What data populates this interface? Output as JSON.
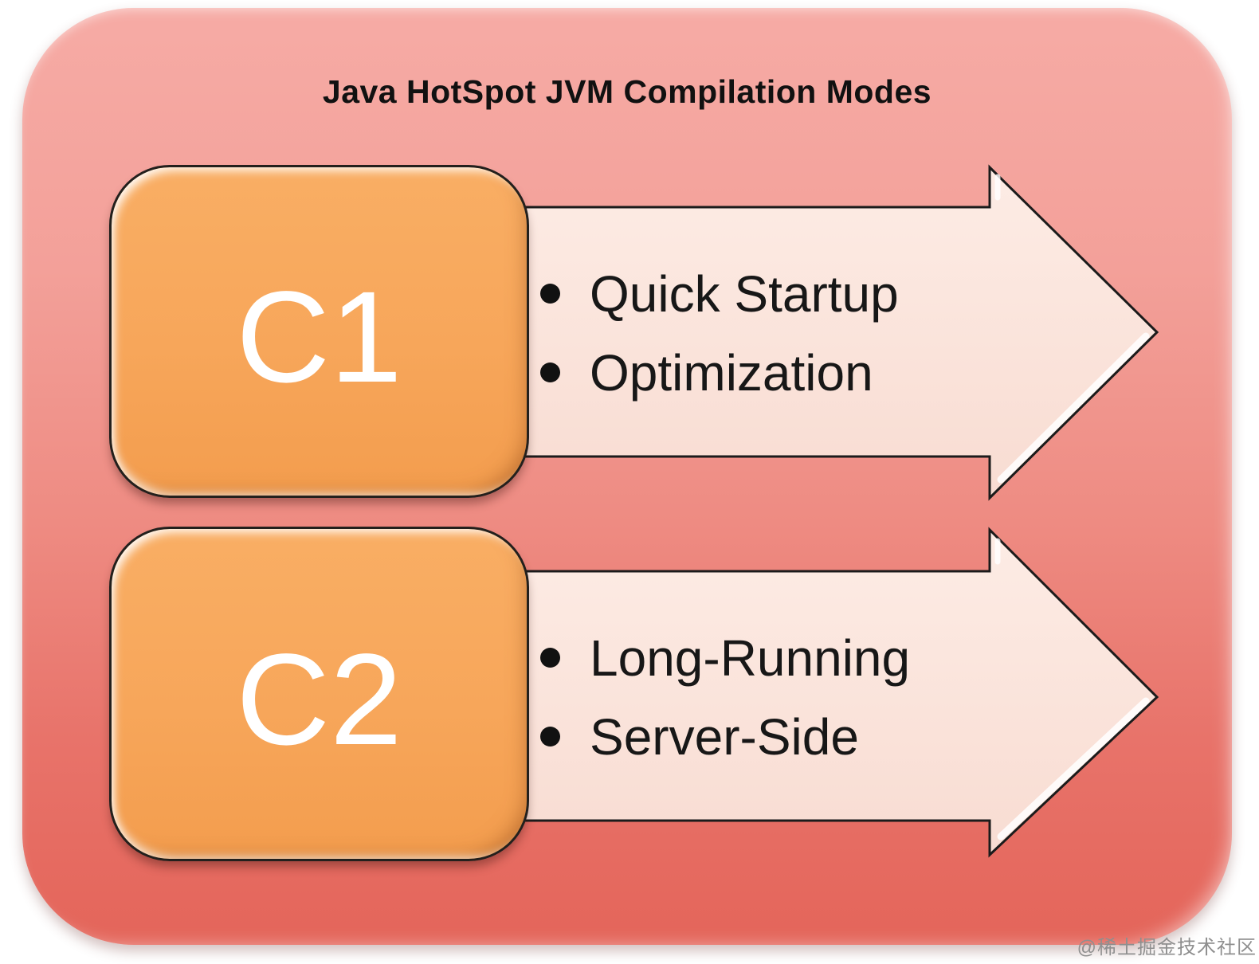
{
  "title": "Java HotSpot JVM Compilation Modes",
  "watermark": "@稀土掘金技术社区",
  "rows": [
    {
      "label": "C1",
      "bullets": [
        "Quick Startup",
        "Optimization"
      ]
    },
    {
      "label": "C2",
      "bullets": [
        "Long-Running",
        "Server-Side"
      ]
    }
  ],
  "colors": {
    "background_top": "#f6aba5",
    "background_bottom": "#e4655a",
    "node_fill": "#f7a65a",
    "arrow_fill_top": "#fdece5",
    "arrow_fill_bottom": "#f8dcd2",
    "outline": "#1b1b1b",
    "node_label_text": "#ffffff",
    "bullet_text": "#171717",
    "title_text": "#111111",
    "watermark_text": "#8f8f8f"
  }
}
